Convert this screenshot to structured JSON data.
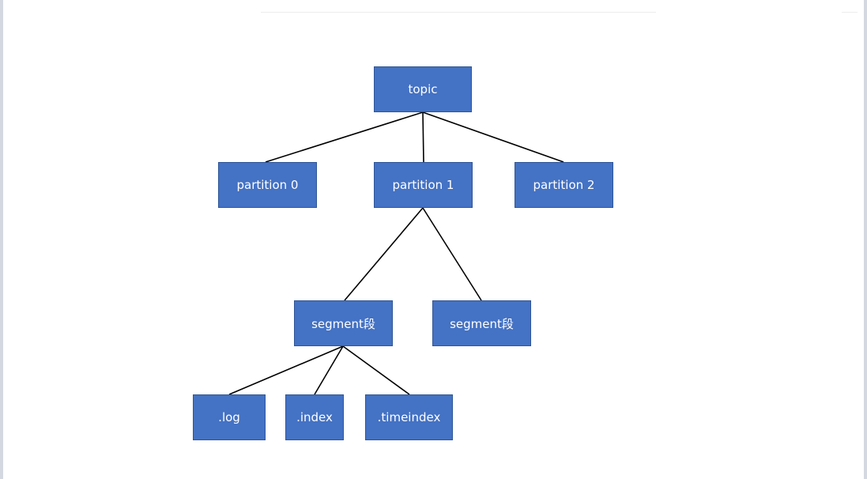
{
  "diagram": {
    "nodes": {
      "topic": "topic",
      "partition_0": "partition 0",
      "partition_1": "partition 1",
      "partition_2": "partition 2",
      "segment_a": "segment段",
      "segment_b": "segment段",
      "log": ".log",
      "index": ".index",
      "timeindex": ".timeindex"
    },
    "edges": [
      [
        "topic",
        "partition_0"
      ],
      [
        "topic",
        "partition_1"
      ],
      [
        "topic",
        "partition_2"
      ],
      [
        "partition_1",
        "segment_a"
      ],
      [
        "partition_1",
        "segment_b"
      ],
      [
        "segment_a",
        "log"
      ],
      [
        "segment_a",
        "index"
      ],
      [
        "segment_a",
        "timeindex"
      ]
    ],
    "colors": {
      "node_fill": "#4472c4",
      "node_border": "#2f5597",
      "node_text": "#ffffff",
      "edge": "#000000"
    }
  }
}
